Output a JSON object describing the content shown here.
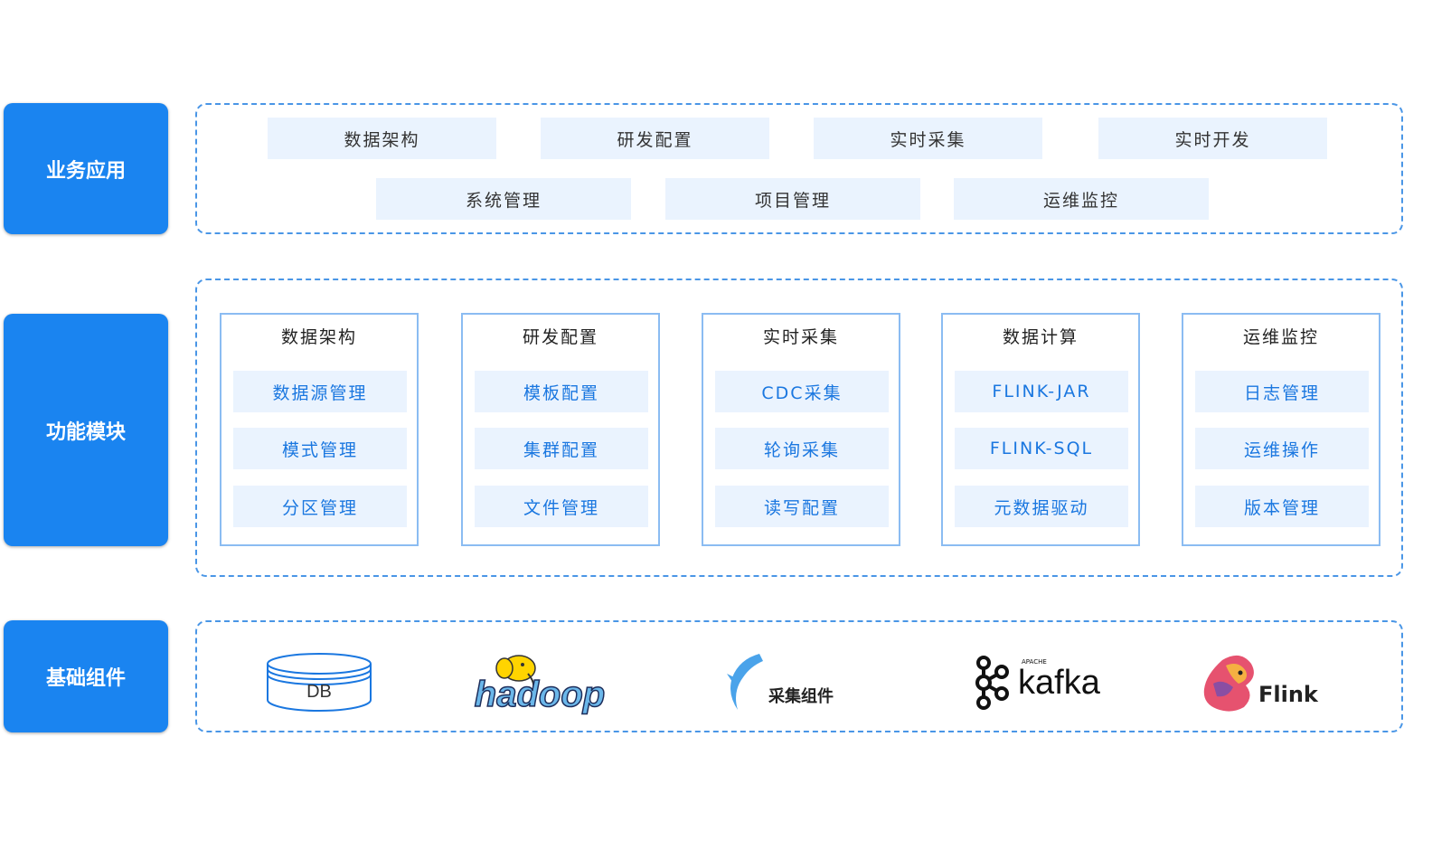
{
  "layers": {
    "business": "业务应用",
    "function": "功能模块",
    "base": "基础组件"
  },
  "business_row1": [
    "数据架构",
    "研发配置",
    "实时采集",
    "实时开发"
  ],
  "business_row2": [
    "系统管理",
    "项目管理",
    "运维监控"
  ],
  "modules": [
    {
      "title": "数据架构",
      "items": [
        "数据源管理",
        "模式管理",
        "分区管理"
      ]
    },
    {
      "title": "研发配置",
      "items": [
        "模板配置",
        "集群配置",
        "文件管理"
      ]
    },
    {
      "title": "实时采集",
      "items": [
        "CDC采集",
        "轮询采集",
        "读写配置"
      ]
    },
    {
      "title": "数据计算",
      "items": [
        "FLINK-JAR",
        "FLINK-SQL",
        "元数据驱动"
      ]
    },
    {
      "title": "运维监控",
      "items": [
        "日志管理",
        "运维操作",
        "版本管理"
      ]
    }
  ],
  "components": {
    "db": "DB",
    "hadoop": "hadoop",
    "collector": "采集组件",
    "kafka_small": "APACHE",
    "kafka": "kafka",
    "flink": "Flink"
  },
  "colors": {
    "label_bg": "#1a84f0",
    "dash": "#4a96e6",
    "chip_bg": "#eaf3fe",
    "module_text": "#1a77e0"
  }
}
